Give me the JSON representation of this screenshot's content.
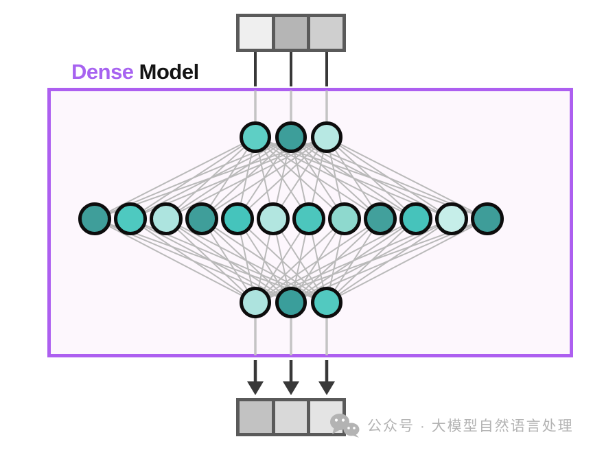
{
  "title": {
    "dense": "Dense",
    "model": "Model"
  },
  "colors": {
    "title_purple": "#a763f0",
    "box_border_purple": "#ad5ff0",
    "box_fill": "#fdf7fd",
    "line_gray": "#b9b9b9",
    "connector_dark": "#383838",
    "node_stroke": "#0d0d0d",
    "token_border": "#5a5a5a",
    "watermark_gray": "#b3b3b3"
  },
  "input_tokens": {
    "cells": [
      "#efefef",
      "#b5b5b5",
      "#cfcfcf"
    ]
  },
  "output_tokens": {
    "cells": [
      "#c2c2c2",
      "#d9d9d9",
      "#e4e4e4"
    ]
  },
  "network": {
    "input_layer": [
      "#5ecfc5",
      "#3d9e9a",
      "#b7e8e3"
    ],
    "hidden_layer": [
      "#3f9e9a",
      "#4ec9c0",
      "#ade4df",
      "#3f9e9a",
      "#45c4bc",
      "#b2e6e0",
      "#4cc6bd",
      "#8ed9ce",
      "#42a09c",
      "#46c3bb",
      "#c6eee9",
      "#3e9d99"
    ],
    "output_layer": [
      "#ade3de",
      "#3a9e9b",
      "#52c9c0"
    ]
  },
  "watermark": {
    "icon": "wechat-icon",
    "text": "公众号 · 大模型自然语言处理"
  }
}
